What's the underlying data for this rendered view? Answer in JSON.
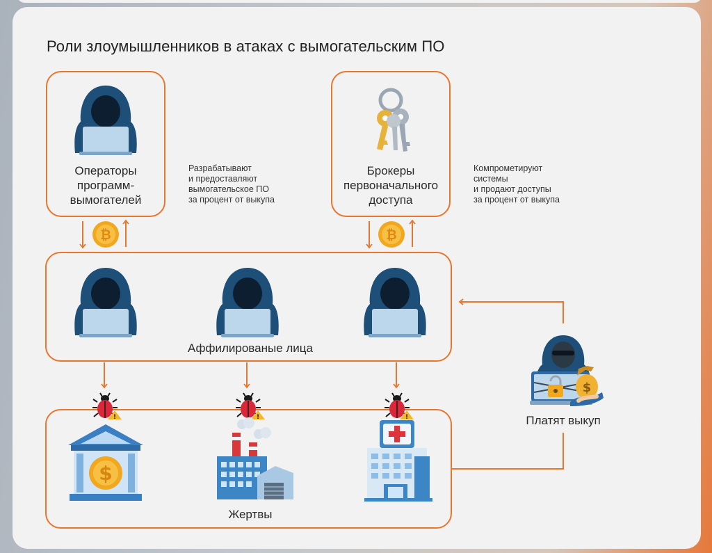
{
  "title": "Роли злоумышленников в атаках с вымогательским ПО",
  "operators": {
    "label": "Операторы программ-вымогателей",
    "description": "Разрабатывают\nи предоставляют\nвымогательское ПО\nза процент от выкупа"
  },
  "brokers": {
    "label": "Брокеры первоначального доступа",
    "description": "Компрометируют\nсистемы\nи продают доступы\nза процент от выкупа"
  },
  "affiliates": {
    "label": "Аффилированые лица"
  },
  "victims": {
    "label": "Жертвы"
  },
  "ransom": {
    "label": "Платят выкуп"
  },
  "colors": {
    "accent": "#e8762c",
    "hood": "#1e4f78",
    "coin": "#f1a81e"
  },
  "icons": [
    "hacker-icon",
    "keys-icon",
    "bitcoin-icon",
    "bug-icon",
    "warning-icon",
    "bank-icon",
    "factory-icon",
    "hospital-icon",
    "padlock-icon",
    "money-bag-icon"
  ]
}
